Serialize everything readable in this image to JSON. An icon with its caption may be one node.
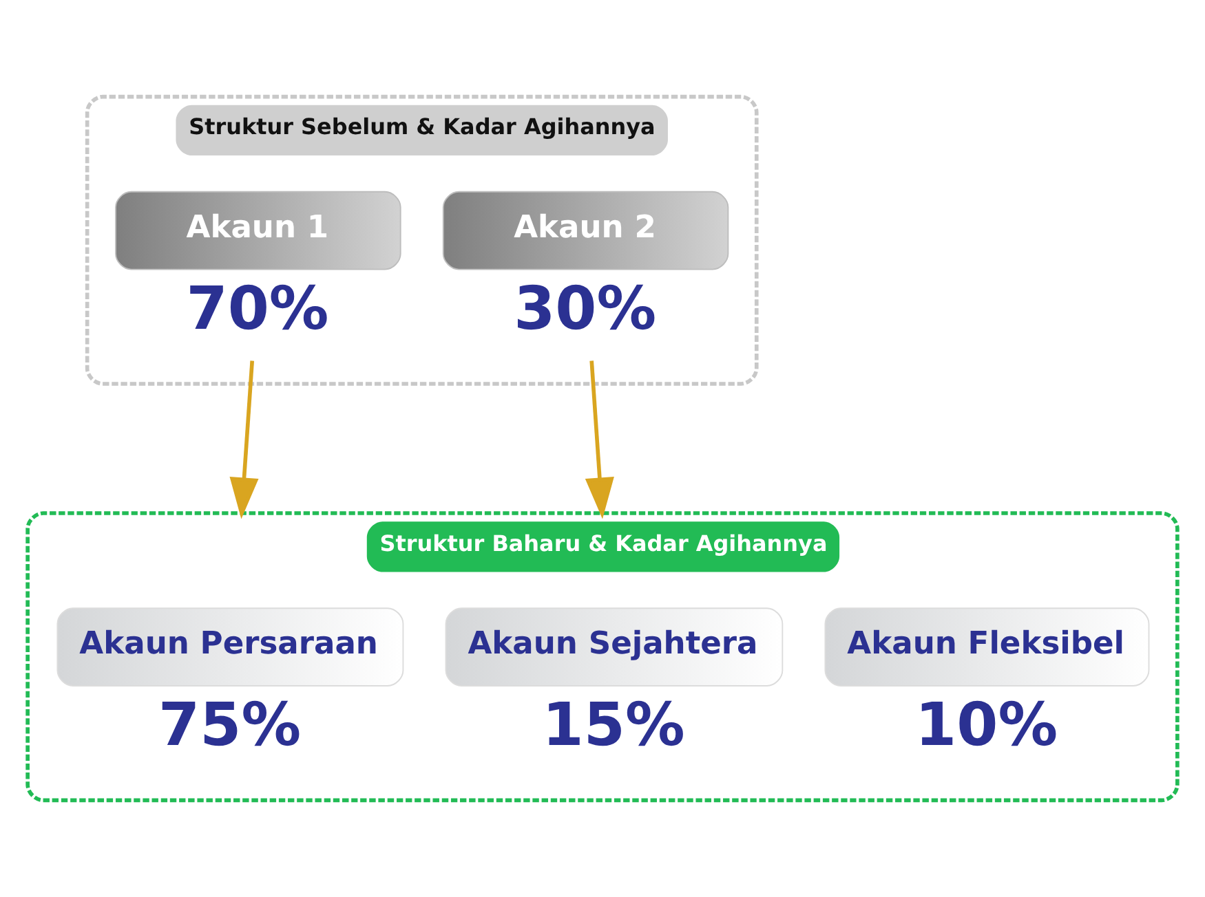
{
  "diagram": {
    "nodes": [
      {
        "text": [
          "Struktur Sebelum & Kadar Agihannya"
        ]
      },
      {
        "text": [
          "Akaun 1"
        ],
        "in": 0,
        "beside": [
          "70%"
        ]
      },
      {
        "text": [
          "Akaun 2"
        ],
        "in": 0,
        "beside": [
          "30%"
        ]
      },
      {
        "text": [
          "Struktur Baharu & Kadar Agihannya"
        ]
      },
      {
        "text": [
          "Akaun Persaraan"
        ],
        "in": 3,
        "beside": [
          "75%"
        ]
      },
      {
        "text": [
          "Akaun Sejahtera"
        ],
        "in": 3,
        "beside": [
          "15%"
        ]
      },
      {
        "text": [
          "Akaun Fleksibel"
        ],
        "in": 3,
        "beside": [
          "10%"
        ]
      }
    ],
    "edges": [
      {
        "from": 1,
        "to": 3,
        "arrow": "to"
      },
      {
        "from": 2,
        "to": 3,
        "arrow": "to"
      }
    ]
  }
}
